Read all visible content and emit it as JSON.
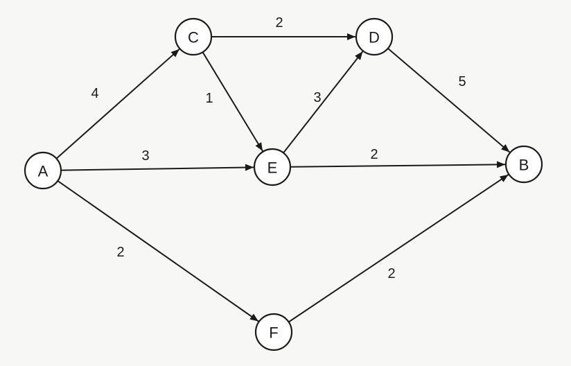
{
  "diagram": {
    "nodes": [
      {
        "id": "A",
        "label": "A"
      },
      {
        "id": "C",
        "label": "C"
      },
      {
        "id": "D",
        "label": "D"
      },
      {
        "id": "E",
        "label": "E"
      },
      {
        "id": "F",
        "label": "F"
      },
      {
        "id": "B",
        "label": "B"
      }
    ],
    "edges": [
      {
        "from": "A",
        "to": "C",
        "label": "4"
      },
      {
        "from": "A",
        "to": "E",
        "label": "3"
      },
      {
        "from": "A",
        "to": "F",
        "label": "2"
      },
      {
        "from": "C",
        "to": "D",
        "label": "2"
      },
      {
        "from": "C",
        "to": "E",
        "label": "1"
      },
      {
        "from": "E",
        "to": "D",
        "label": "3"
      },
      {
        "from": "E",
        "to": "B",
        "label": "2"
      },
      {
        "from": "D",
        "to": "B",
        "label": "5"
      },
      {
        "from": "F",
        "to": "B",
        "label": "2"
      }
    ]
  },
  "colors": {
    "ink": "#1a1a1a",
    "node_fill": "#ffffff",
    "background": "#f7f7f5"
  }
}
